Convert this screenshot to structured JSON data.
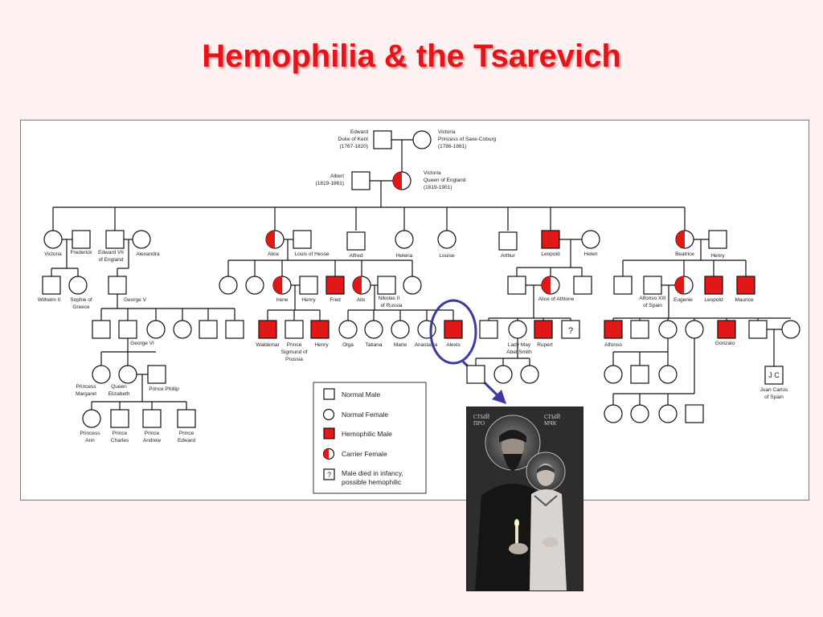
{
  "title": "Hemophilia & the Tsarevich",
  "colors": {
    "title": "#e3151b",
    "hemophilic": "#e01818",
    "highlight": "#3a3aa0"
  },
  "legend": {
    "items": [
      {
        "label": "Normal Male"
      },
      {
        "label": "Normal Female"
      },
      {
        "label": "Hemophilic Male"
      },
      {
        "label": "Carrier Female"
      },
      {
        "label": "Male died in infancy, possible hemophilic",
        "line1": "Male died in infancy,",
        "line2": "possible hemophilic",
        "symbol": "?"
      }
    ]
  },
  "people": {
    "edward": {
      "l1": "Edward",
      "l2": "Duke of Kent",
      "l3": "(1767-1820)"
    },
    "victoria_saxe": {
      "l1": "Victoria",
      "l2": "Princess of Saxe-Coburg",
      "l3": "(1786-1861)"
    },
    "albert": {
      "l1": "Albert",
      "l2": "(1819-1861)"
    },
    "victoria_queen": {
      "l1": "Victoria",
      "l2": "Queen of England",
      "l3": "(1819-1901)"
    },
    "victoria_g2": "Victoria",
    "frederick": "Frederick",
    "edward7": {
      "l1": "Edward VII",
      "l2": "of England"
    },
    "alexandra": "Alexandra",
    "alice": "Alice",
    "louis": "Louis of Hesse",
    "alfred": "Alfred",
    "helena": "Helena",
    "louise": "Louise",
    "arthur": "Arthur",
    "leopold": "Leopold",
    "helen": "Helen",
    "beatrice": "Beatrice",
    "henry_b": "Henry",
    "wilhelm": "Wilhelm II",
    "sophie": {
      "l1": "Sophie of",
      "l2": "Greece"
    },
    "george5": "George V",
    "irene": "Irene",
    "henry_i": "Henry",
    "fred": "Fred",
    "alix": "Alix",
    "nikolas": {
      "l1": "Nikolas II",
      "l2": "of Russia"
    },
    "alice_athlone": "Alice of Athlone",
    "alfonso13": {
      "l1": "Alfonso XIII",
      "l2": "of Spain"
    },
    "eugenie": "Eugenie",
    "leopold2": "Leopold",
    "maurice": "Maurice",
    "george6": "George VI",
    "waldemar": "Waldemar",
    "sigmund": {
      "l1": "Prince",
      "l2": "Sigmund of",
      "l3": "Prussia"
    },
    "henry_w": "Henry",
    "olga": "Olga",
    "tatiana": "Tatiana",
    "marie": "Marie",
    "anastasia": "Anastasia",
    "alexis": "Alexis",
    "lady_may": {
      "l1": "Lady May",
      "l2": "Abel Smith"
    },
    "rupert": "Rupert",
    "alfonso": "Alfonso",
    "gonzalo": "Gonzalo",
    "margaret": {
      "l1": "Princess",
      "l2": "Margaret"
    },
    "elizabeth": {
      "l1": "Queen",
      "l2": "Elizabeth"
    },
    "philip": "Prince Phillip",
    "anne": {
      "l1": "Princess",
      "l2": "Ann"
    },
    "charles": {
      "l1": "Prince",
      "l2": "Charles"
    },
    "andrew": {
      "l1": "Prince",
      "l2": "Andrew"
    },
    "edward_p": {
      "l1": "Prince",
      "l2": "Edward"
    },
    "juan_carlos": {
      "initials": "J C",
      "l1": "Juan Carlos",
      "l2": "of Spain"
    }
  }
}
